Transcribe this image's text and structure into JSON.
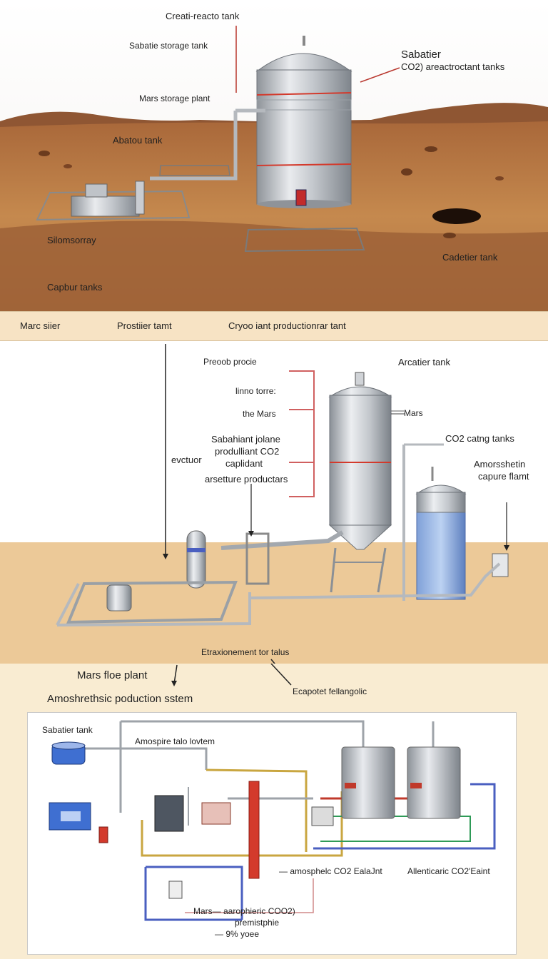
{
  "top_panel": {
    "labels": {
      "creati_reacto_tank": "Creati-reacto tank",
      "sabatie_storage_tank": "Sabatie storage tank",
      "mars_storage_plant": "Mars storage plant",
      "sabatier_right": "Sabatier",
      "co2_reactant_tanks": "CO2) areactroctant tanks",
      "abatou_tank": "Abatou tank",
      "silomsorray": "Silomsorray",
      "cadetier_tank": "Cadetier tank",
      "capbur_tanks": "Capbur  tanks"
    }
  },
  "strip": {
    "mars_siier": "Marc siier",
    "prostiier_tamt": "Prostiier tamt",
    "cryoo_iant": "Cryoo iant productionrar tant"
  },
  "middle_panel": {
    "labels": {
      "preoob_procie": "Preoob procie",
      "linno_torre": "linno torre:",
      "the_mars": "the Mars",
      "sabahiant_jolane": "Sabahiant jolane",
      "produlliant_co2": "produlliant CO2",
      "caplidant": "caplidant",
      "arsature_productars": "arsetture productars",
      "evctuor": "evctuor",
      "arcatier_tank": "Arcatier tank",
      "mars_right": "Mars",
      "co2_catng_tanks": "CO2 catng tanks",
      "amorsshetin": "Amorsshetin",
      "capure_flamt": "capure flamt",
      "etraxionement": "Etraxionement tor talus"
    }
  },
  "bottom_panel": {
    "labels": {
      "mars_floe_plant": "Mars floe plant",
      "amoshrethsic": "Amoshrethsic poduction sstem",
      "ecapotet": "Ecapotet fellangolic",
      "sabatier_tank": "Sabatier tank",
      "amospire_talo_lovtem": "Amospire talo lovtem",
      "amosphelc_co2": "— amosphelc CO2 EalaJnt",
      "allenticaric_co2": "Allenticaric CO2'Eaint",
      "mars_aarophieric": "Mars— aarophieric COO2)",
      "premistphie": "premistphie",
      "yoee": "— 9% yoee"
    }
  },
  "colors": {
    "mars_ground": "#b8773e",
    "sand": "#ecc998",
    "tank_steel": "#c9ccd1",
    "red_accent": "#d33a2c",
    "pipe_blue": "#4a5fc0",
    "pipe_yellow": "#c9a640"
  }
}
